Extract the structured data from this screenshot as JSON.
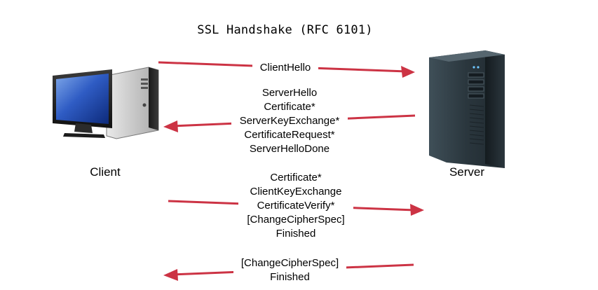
{
  "title": "SSL Handshake (RFC 6101)",
  "nodes": {
    "client": {
      "label": "Client",
      "icon": "desktop-computer-icon"
    },
    "server": {
      "label": "Server",
      "icon": "tower-server-icon"
    }
  },
  "colors": {
    "arrow": "#cc3344"
  },
  "messages": [
    {
      "direction": "client-to-server",
      "lines": [
        "ClientHello"
      ]
    },
    {
      "direction": "server-to-client",
      "lines": [
        "ServerHello",
        "Certificate*",
        "ServerKeyExchange*",
        "CertificateRequest*",
        "ServerHelloDone"
      ]
    },
    {
      "direction": "client-to-server",
      "lines": [
        "Certificate*",
        "ClientKeyExchange",
        "CertificateVerify*",
        "[ChangeCipherSpec]",
        "Finished"
      ]
    },
    {
      "direction": "server-to-client",
      "lines": [
        "[ChangeCipherSpec]",
        "Finished"
      ]
    }
  ]
}
